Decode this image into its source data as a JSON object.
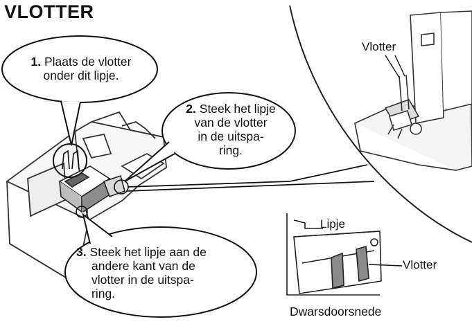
{
  "title": "VLOTTER",
  "steps": [
    {
      "number": "1.",
      "text": [
        "Plaats de vlotter",
        "onder dit lipje."
      ]
    },
    {
      "number": "2.",
      "text": [
        "Steek het lipje",
        "van de vlotter",
        "in de uitspa-",
        "ring."
      ]
    },
    {
      "number": "3.",
      "text": [
        "Steek het lipje aan de",
        "andere kant van de",
        "vlotter in de uitspa-",
        "ring."
      ]
    }
  ],
  "labels": {
    "vlotter_detail": "Vlotter",
    "lipje": "Lipje",
    "vlotter_cross_section": "Vlotter",
    "cross_section": "Dwarsdoorsnede"
  }
}
